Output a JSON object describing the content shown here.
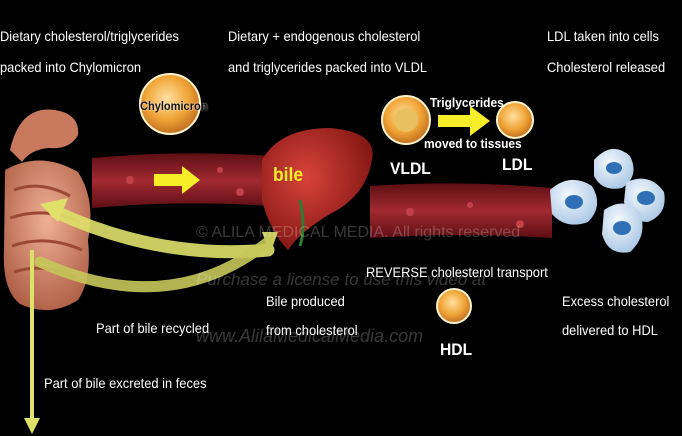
{
  "labels": {
    "top_left_line1": "Dietary cholesterol/triglycerides",
    "top_left_line2": "packed into Chylomicron",
    "top_mid_line1": "Dietary + endogenous cholesterol",
    "top_mid_line2": "and triglycerides packed into VLDL",
    "top_right_line1": "LDL taken into cells",
    "top_right_line2": "Cholesterol released",
    "chylomicron": "Chylomicron",
    "triglycerides": "Triglycerides",
    "moved_to_tissues": "moved to tissues",
    "vldl": "VLDL",
    "ldl": "LDL",
    "bile": "bile",
    "reverse_transport": "REVERSE cholesterol transport",
    "bile_produced_line1": "Bile produced",
    "bile_produced_line2": "from cholesterol",
    "part_recycled": "Part of bile recycled",
    "hdl": "HDL",
    "excess_line1": "Excess cholesterol",
    "excess_line2": "delivered to HDL",
    "excreted": "Part of bile excreted in feces"
  },
  "watermark": {
    "copyright": "© ALILA MEDICAL MEDIA. All rights reserved",
    "purchase": "Purchase a license to use this video at",
    "site": "www.AlilaMedicalMedia.com"
  },
  "colors": {
    "background": "#000000",
    "text": "#ffffff",
    "arrow_yellow": "#f7ee2a",
    "recycle_arrow": "#dfe06a",
    "vessel": "#8c1d24",
    "liver": "#b5231f",
    "intestine": "#d98a6c",
    "lipoprotein": "#f0a436",
    "cell": "#dbe9f7",
    "nucleus": "#2f6fb5"
  }
}
